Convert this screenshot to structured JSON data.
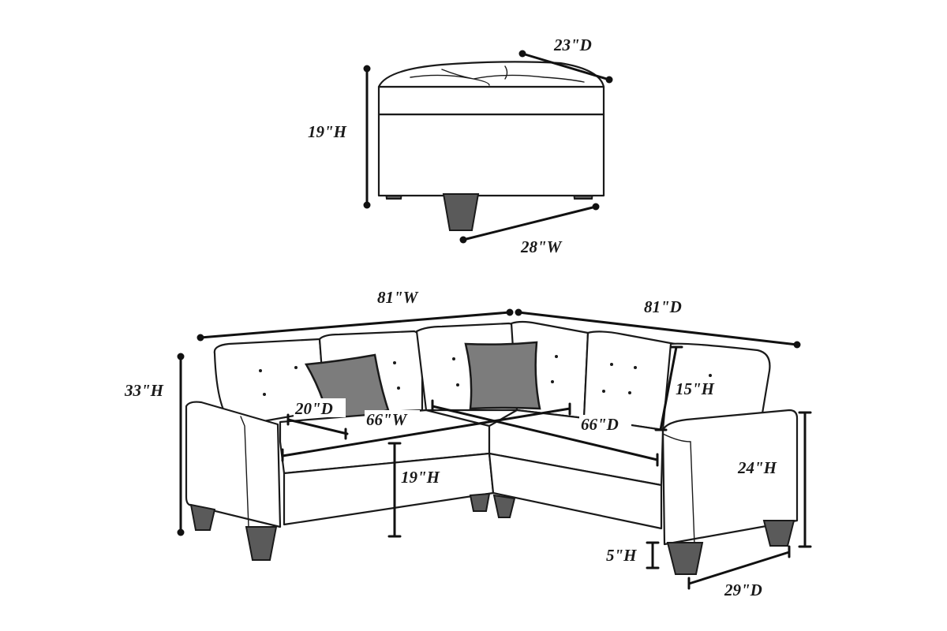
{
  "ottoman": {
    "depth": "23\"D",
    "height": "19\"H",
    "width": "28\"W"
  },
  "sectional": {
    "overall_width": "81\"W",
    "overall_depth": "81\"D",
    "overall_height": "33\"H",
    "seat_depth": "20\"D",
    "seat_width": "66\"W",
    "seat_depth_side": "66\"D",
    "back_height": "15\"H",
    "seat_height": "19\"H",
    "arm_height": "24\"H",
    "leg_height": "5\"H",
    "arm_depth": "29\"D"
  },
  "colors": {
    "line": "#1a1a1a",
    "pillow": "#7c7c7c",
    "leg": "#5a5a5a"
  }
}
